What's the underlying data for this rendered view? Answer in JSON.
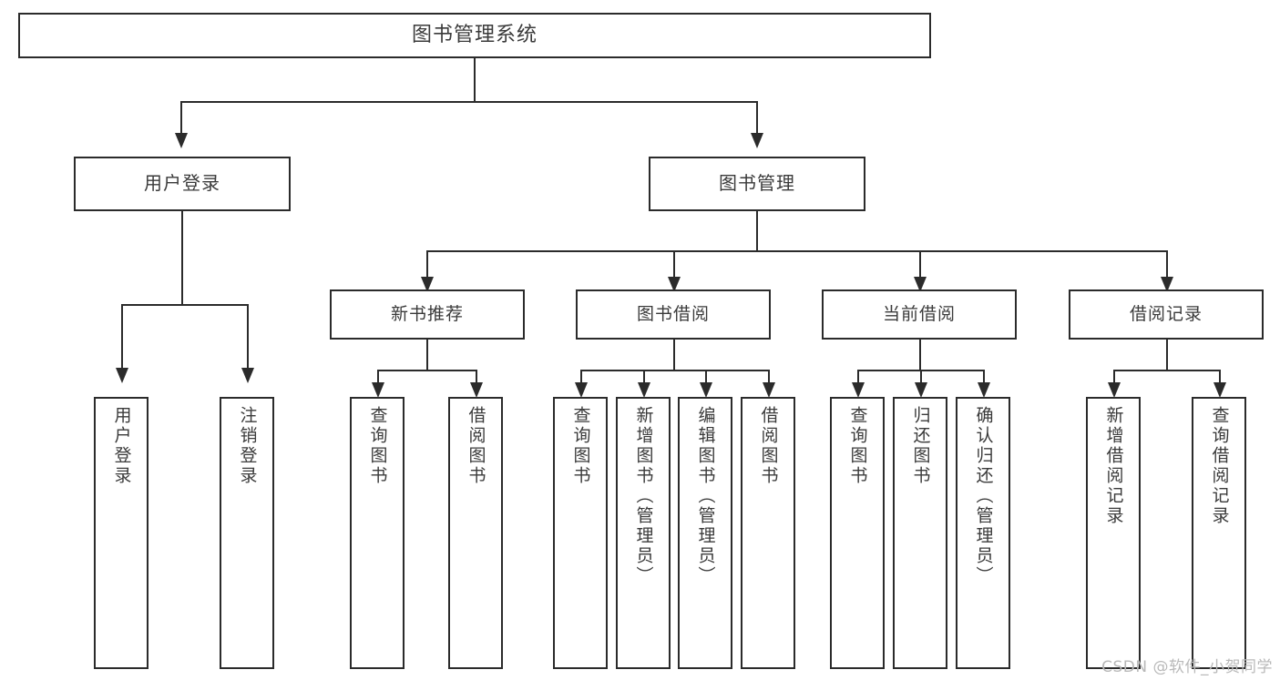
{
  "diagram": {
    "title": "图书管理系统",
    "watermark": "CSDN @软件_小贺同学",
    "type": "tree",
    "orientation": "top-down",
    "colors": {
      "stroke": "#2b2b2b",
      "fill": "#ffffff",
      "text": "#3a3a3a",
      "watermark": "#b9b9b9"
    }
  },
  "nodes": {
    "root": {
      "label": "图书管理系统"
    },
    "level1": [
      {
        "id": "user-login",
        "label": "用户登录"
      },
      {
        "id": "book-manage",
        "label": "图书管理"
      }
    ],
    "level2": [
      {
        "id": "new-book-rec",
        "label": "新书推荐",
        "parent": "book-manage"
      },
      {
        "id": "book-borrow",
        "label": "图书借阅",
        "parent": "book-manage"
      },
      {
        "id": "current-borrow",
        "label": "当前借阅",
        "parent": "book-manage"
      },
      {
        "id": "borrow-record",
        "label": "借阅记录",
        "parent": "book-manage"
      }
    ],
    "leaves": [
      {
        "id": "leaf-user-login",
        "label": "用户登录",
        "parent": "user-login"
      },
      {
        "id": "leaf-user-logout",
        "label": "注销登录",
        "parent": "user-login"
      },
      {
        "id": "leaf-query-book-1",
        "label": "查询图书",
        "parent": "new-book-rec"
      },
      {
        "id": "leaf-borrow-book-1",
        "label": "借阅图书",
        "parent": "new-book-rec"
      },
      {
        "id": "leaf-query-book-2",
        "label": "查询图书",
        "parent": "book-borrow"
      },
      {
        "id": "leaf-add-book",
        "label": "新增图书（管理员）",
        "parent": "book-borrow"
      },
      {
        "id": "leaf-edit-book",
        "label": "编辑图书（管理员）",
        "parent": "book-borrow"
      },
      {
        "id": "leaf-borrow-book-2",
        "label": "借阅图书",
        "parent": "book-borrow"
      },
      {
        "id": "leaf-query-book-3",
        "label": "查询图书",
        "parent": "current-borrow"
      },
      {
        "id": "leaf-return-book",
        "label": "归还图书",
        "parent": "current-borrow"
      },
      {
        "id": "leaf-confirm-return",
        "label": "确认归还（管理员）",
        "parent": "current-borrow"
      },
      {
        "id": "leaf-add-record",
        "label": "新增借阅记录",
        "parent": "borrow-record"
      },
      {
        "id": "leaf-query-record",
        "label": "查询借阅记录",
        "parent": "borrow-record"
      }
    ]
  }
}
